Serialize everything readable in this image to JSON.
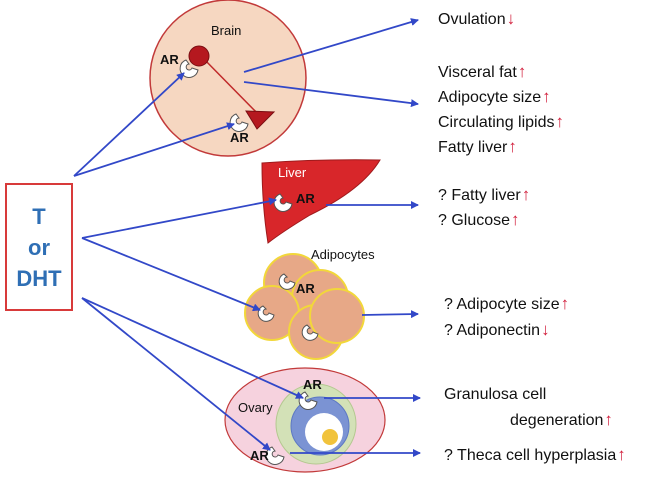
{
  "hormone": {
    "line1": "T",
    "line2": "or",
    "line3": "DHT"
  },
  "organs": {
    "brain": "Brain",
    "liver": "Liver",
    "adipocytes": "Adipocytes",
    "ovary": "Ovary"
  },
  "receptor_label": "AR",
  "effects": {
    "brain": [
      {
        "text": "Ovulation",
        "dir": "down"
      },
      {
        "text": "Visceral fat",
        "dir": "up"
      },
      {
        "text": "Adipocyte size",
        "dir": "up"
      },
      {
        "text": "Circulating lipids",
        "dir": "up"
      },
      {
        "text": "Fatty liver",
        "dir": "up"
      }
    ],
    "liver": [
      {
        "text": "? Fatty liver",
        "dir": "up"
      },
      {
        "text": "? Glucose",
        "dir": "up"
      }
    ],
    "adipocytes": [
      {
        "text": "? Adipocyte size",
        "dir": "up"
      },
      {
        "text": "? Adiponectin",
        "dir": "down"
      }
    ],
    "ovary": [
      {
        "text": "Granulosa cell",
        "dir": ""
      },
      {
        "text": "degeneration",
        "dir": "up"
      },
      {
        "text": "? Theca cell hyperplasia",
        "dir": "up"
      }
    ]
  },
  "arrow_glyphs": {
    "up": "↑",
    "down": "↓"
  },
  "colors": {
    "arrow_blue": "#3248c8",
    "regulation_red": "#d21f3c",
    "brain_fill": "#f6d7c1",
    "liver_fill": "#d8262a",
    "adipocyte_fill": "#e7a887",
    "ovary_fill": "#f6d2de",
    "hormone_text": "#2f6fb5"
  }
}
